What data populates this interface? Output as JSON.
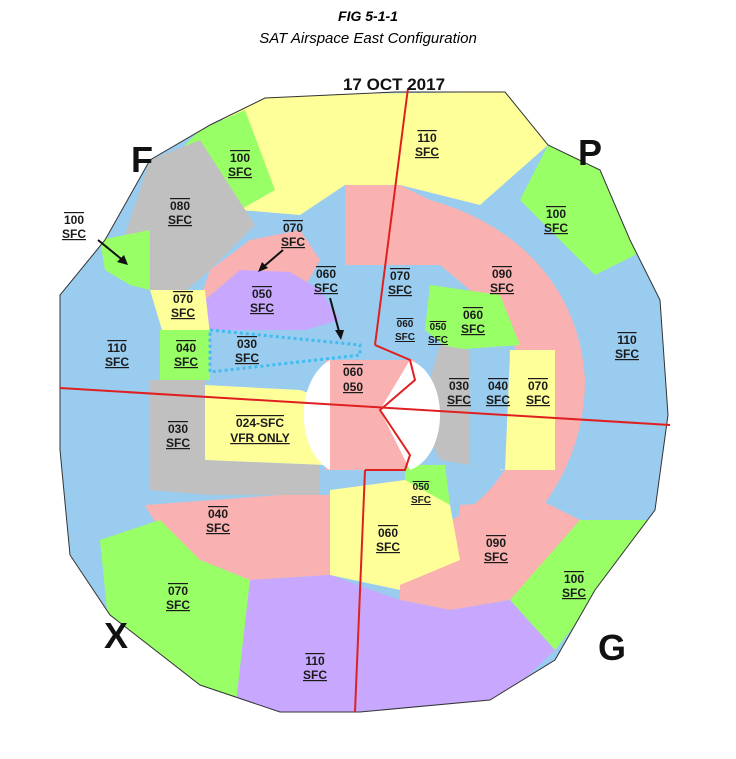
{
  "figure": {
    "number": "FIG 5-1-1",
    "caption": "SAT Airspace East Configuration"
  },
  "date": "17 OCT 2017",
  "corner_letters": {
    "nw": "F",
    "ne": "P",
    "sw": "X",
    "se": "G"
  },
  "colors": {
    "yellow": "#ffff99",
    "green": "#99ff66",
    "gray": "#c0c0c0",
    "pink": "#f9b1b1",
    "blue": "#99ccee",
    "lavender": "#c8a8ff",
    "boundary": "#e02020",
    "vfr_corridor": "#44bbee"
  },
  "sectors": {
    "n_110": {
      "top": "110",
      "bottom": "SFC"
    },
    "nw_green_100": {
      "top": "100",
      "bottom": "SFC"
    },
    "nw_gray_080": {
      "top": "080",
      "bottom": "SFC"
    },
    "w_green_100_callout": {
      "top": "100",
      "bottom": "SFC"
    },
    "nw_pink_070": {
      "top": "070",
      "bottom": "SFC"
    },
    "w_yellow_070": {
      "top": "070",
      "bottom": "SFC"
    },
    "nw_lav_050": {
      "top": "050",
      "bottom": "SFC"
    },
    "n_060": {
      "top": "060",
      "bottom": "SFC"
    },
    "n_blue_070": {
      "top": "070",
      "bottom": "SFC"
    },
    "ne_pink_090": {
      "top": "090",
      "bottom": "SFC"
    },
    "ne_green_100": {
      "top": "100",
      "bottom": "SFC"
    },
    "e_blue_110": {
      "top": "110",
      "bottom": "SFC"
    },
    "w_blue_110": {
      "top": "110",
      "bottom": "SFC"
    },
    "w_green_040": {
      "top": "040",
      "bottom": "SFC"
    },
    "w_blue_030": {
      "top": "030",
      "bottom": "SFC"
    },
    "center_060": {
      "top": "060",
      "bottom": "SFC"
    },
    "center_050": {
      "top": "050",
      "bottom": "SFC"
    },
    "ne_green_060": {
      "top": "060",
      "bottom": "SFC"
    },
    "core_060_050": {
      "top": "060",
      "bottom": "050"
    },
    "e_gray_030": {
      "top": "030",
      "bottom": "SFC"
    },
    "e_blue_040": {
      "top": "040",
      "bottom": "SFC"
    },
    "e_yellow_070": {
      "top": "070",
      "bottom": "SFC"
    },
    "w_gray_030": {
      "top": "030",
      "bottom": "SFC"
    },
    "vfr": {
      "line1": "024-SFC",
      "line2": "VFR ONLY"
    },
    "sw_pink_040": {
      "top": "040",
      "bottom": "SFC"
    },
    "s_green_050": {
      "top": "050",
      "bottom": "SFC"
    },
    "s_yellow_060": {
      "top": "060",
      "bottom": "SFC"
    },
    "se_pink_090": {
      "top": "090",
      "bottom": "SFC"
    },
    "se_green_100": {
      "top": "100",
      "bottom": "SFC"
    },
    "sw_green_070": {
      "top": "070",
      "bottom": "SFC"
    },
    "s_lav_110": {
      "top": "110",
      "bottom": "SFC"
    }
  }
}
